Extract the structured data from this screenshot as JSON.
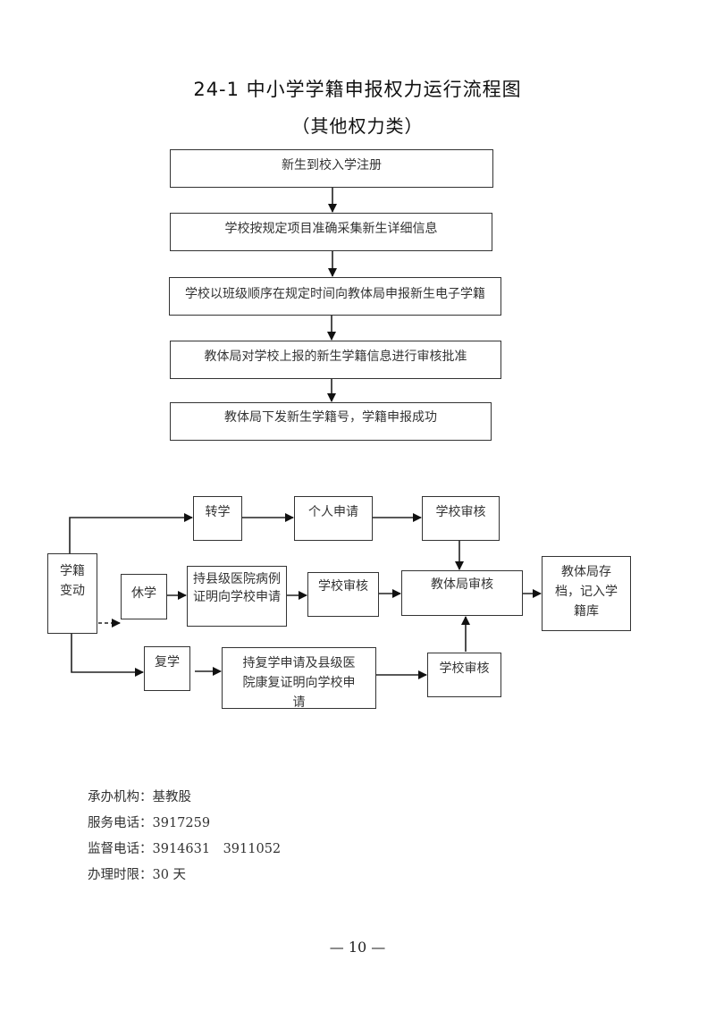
{
  "title": "24-1 中小学学籍申报权力运行流程图",
  "subtitle": "（其他权力类）",
  "main_flow": [
    "新生到校入学注册",
    "学校按规定项目准确采集新生详细信息",
    "学校以班级顺序在规定时间向教体局申报新生电子学籍",
    "教体局对学校上报的新生学籍信息进行审核批准",
    "教体局下发新生学籍号，学籍申报成功"
  ],
  "change_flow": {
    "start": "学籍变动",
    "transfer": {
      "label": "转学",
      "apply": "个人申请",
      "review": "学校审核"
    },
    "suspend": {
      "label": "休学",
      "apply": "持县级医院病例证明向学校申请",
      "review": "学校审核"
    },
    "resume": {
      "label": "复学",
      "apply": "持复学申请及县级医院康复证明向学校申请",
      "review": "学校审核"
    },
    "bureau_review": "教体局审核",
    "archive": "教体局存档，记入学籍库"
  },
  "info": {
    "agency_label": "承办机构：",
    "agency": "基教股",
    "service_phone_label": "服务电话：",
    "service_phone": "3917259",
    "supervise_phone_label": "监督电话：",
    "supervise_phone": "3914631　3911052",
    "time_limit_label": "办理时限：",
    "time_limit": "30 天"
  },
  "page_number": "— 10 —"
}
